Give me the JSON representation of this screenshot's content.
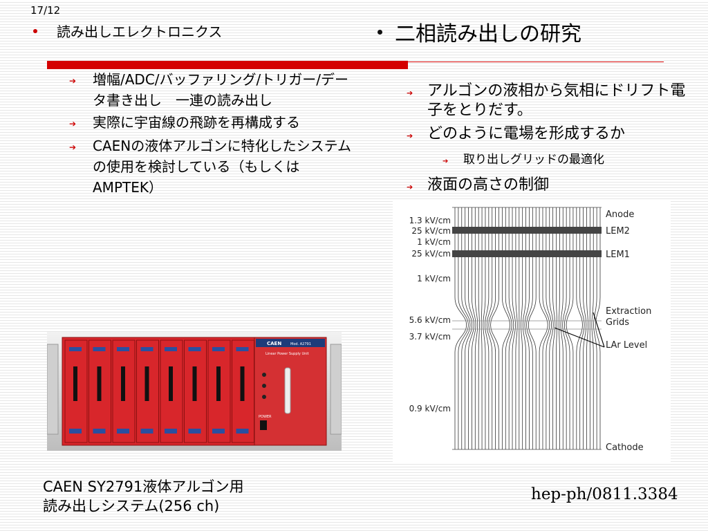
{
  "page_number": "17/12",
  "header": {
    "left_title": "読み出しエレクトロニクス",
    "right_title": "二相読み出しの研究"
  },
  "left_items": [
    "増幅/ADC/バッファリング/トリガー/データ書き出し　一連の読み出し",
    "実際に宇宙線の飛跡を再構成する",
    "CAENの液体アルゴンに特化したシステムの使用を検討している（もしくはAMPTEK）"
  ],
  "right_items": [
    {
      "text": "アルゴンの液相から気相にドリフト電子をとりだす。",
      "level": 1
    },
    {
      "text": "どのように電場を形成するか",
      "level": 1
    },
    {
      "text": "取り出しグリッドの最適化",
      "level": 2
    },
    {
      "text": "液面の高さの制御",
      "level": 1
    }
  ],
  "photo": {
    "brand": "CAEN",
    "model": "Mod. A2791",
    "unit_label": "Linear Power Supply Unit",
    "power_label": "POWER"
  },
  "diagram": {
    "field_labels": [
      "1.3 kV/cm",
      "25 kV/cm",
      "1 kV/cm",
      "25 kV/cm",
      "1 kV/cm",
      "5.6 kV/cm",
      "3.7 kV/cm",
      "0.9 kV/cm"
    ],
    "right_labels": [
      "Anode",
      "LEM2",
      "LEM1",
      "Extraction",
      "Grids",
      "LAr Level",
      "Cathode"
    ]
  },
  "caption": {
    "line1": "CAEN SY2791液体アルゴン用",
    "line2": "読み出しシステム(256 ch)"
  },
  "reference": "hep-ph/0811.3384",
  "colors": {
    "accent_red": "#d40000",
    "panel_red": "#d8262b"
  }
}
